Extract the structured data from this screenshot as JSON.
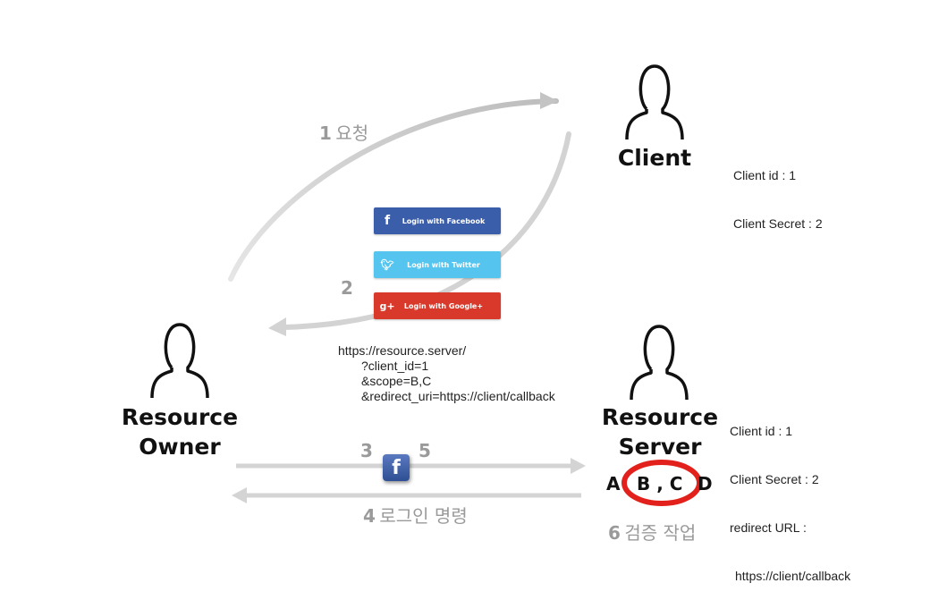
{
  "actors": {
    "client": "Client",
    "resource_owner": [
      "Resource",
      "Owner"
    ],
    "resource_server": [
      "Resource",
      "Server"
    ]
  },
  "client_info": [
    "Client id : 1",
    "Client Secret : 2"
  ],
  "server_info": [
    "Client id : 1",
    "Client Secret : 2",
    "redirect URL :",
    "https://client/callback"
  ],
  "steps": {
    "s1": {
      "num": "1",
      "label": "요청"
    },
    "s2": {
      "num": "2"
    },
    "s3": {
      "num": "3"
    },
    "s4": {
      "num": "4",
      "label": "로그인 명령"
    },
    "s5": {
      "num": "5"
    },
    "s6": {
      "num": "6",
      "label": "검증 작업"
    }
  },
  "login_buttons": [
    {
      "label": "Login with Facebook",
      "icon": "f",
      "icon_name": "facebook-icon",
      "color": "#3b5eab"
    },
    {
      "label": "Login with Twitter",
      "icon": "t",
      "icon_name": "twitter-icon",
      "color": "#55c5ef"
    },
    {
      "label": "Login with Google+",
      "icon": "g+",
      "icon_name": "google-plus-icon",
      "color": "#d9392a"
    }
  ],
  "auth_url": [
    "https://resource.server/",
    "?client_id=1",
    "&scope=B,C",
    "&redirect_uri=https://client/callback"
  ],
  "scopes": {
    "a": "A",
    "bc": "B , C",
    "d": "D"
  },
  "fb_badge": "f",
  "colors": {
    "arrow": "#cfcfcf",
    "highlight": "#e3211c",
    "facebook": "#3b5eab"
  }
}
